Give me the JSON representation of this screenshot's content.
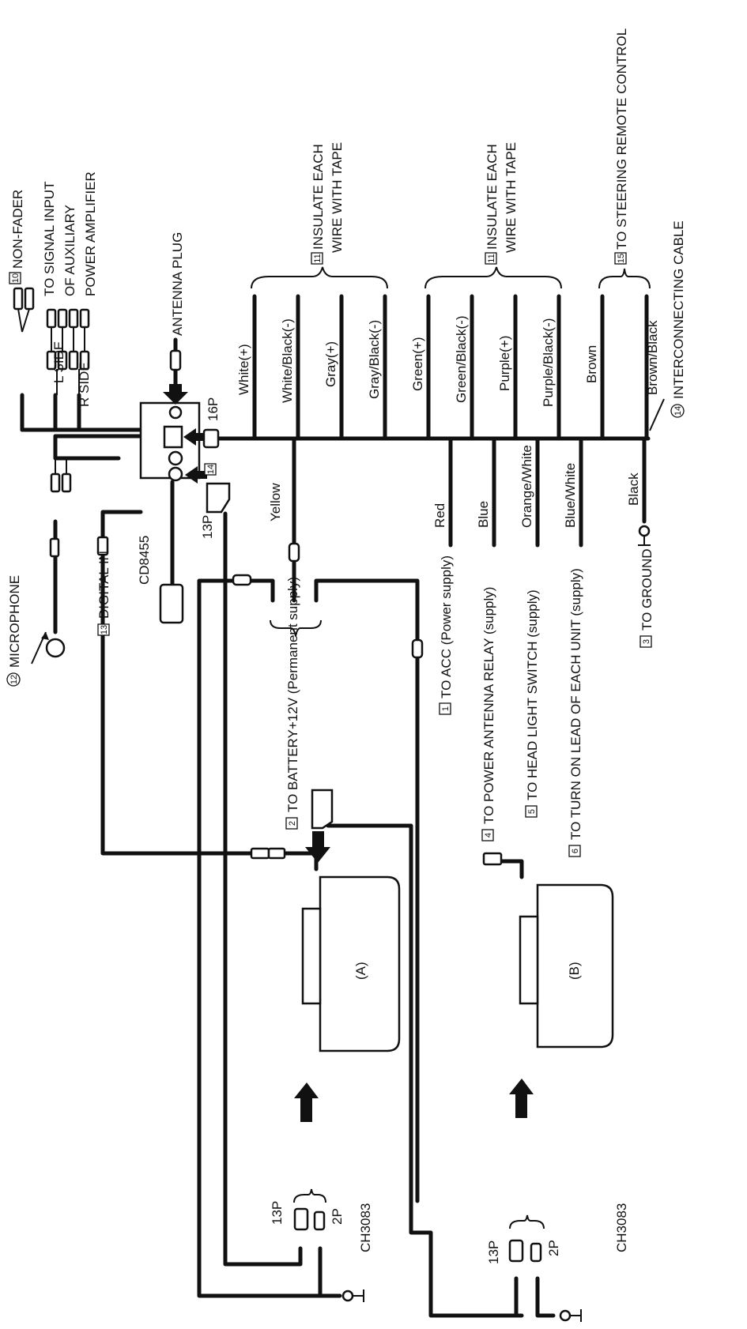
{
  "labels": {
    "microphone": "MICROPHONE",
    "microphone_num": "12",
    "l_side": "L SIDE",
    "r_side": "R SIDE",
    "non_fader": "NON-FADER",
    "non_fader_num": "10",
    "aux_line1": "TO SIGNAL INPUT",
    "aux_line2": "OF AUXILIARY",
    "aux_line3": "POWER AMPLIFIER",
    "antenna_plug": "ANTENNA PLUG",
    "connector_16p": "16P",
    "connector_13p_top": "13P",
    "ref_14_box": "14",
    "digital_in": "DIGITAL IN",
    "digital_in_num": "13",
    "cd8455": "CD8455",
    "yellow": "Yellow",
    "battery": "TO BATTERY+12V (Permanent supply)",
    "battery_num": "2",
    "insulate1_line1": "INSULATE EACH",
    "insulate1_line2": "WIRE WITH TAPE",
    "insulate1_num": "11",
    "insulate2_line1": "INSULATE EACH",
    "insulate2_line2": "WIRE WITH TAPE",
    "insulate2_num": "11",
    "steering": "TO STEERING REMOTE CONTROL",
    "steering_num": "15",
    "interconnecting": "INTERCONNECTING CABLE",
    "interconnecting_num": "14",
    "to_ground": "TO GROUND",
    "to_ground_num": "3",
    "to_acc": "TO ACC (Power supply)",
    "to_acc_num": "1",
    "to_power_antenna": "TO POWER ANTENNA RELAY (supply)",
    "to_power_antenna_num": "4",
    "to_headlight": "TO HEAD LIGHT SWITCH (supply)",
    "to_headlight_num": "5",
    "to_turn_on": "TO TURN ON LEAD OF EACH UNIT (supply)",
    "to_turn_on_num": "6",
    "unit_a": "(A)",
    "unit_b": "(B)",
    "ch3083_a": "CH3083",
    "ch3083_b": "CH3083",
    "conn_13p_a": "13P",
    "conn_2p_a": "2P",
    "conn_13p_b": "13P",
    "conn_2p_b": "2P"
  },
  "wires": {
    "white_plus": "White(+)",
    "white_black": "White/Black(-)",
    "gray_plus": "Gray(+)",
    "gray_black": "Gray/Black(-)",
    "green_plus": "Green(+)",
    "green_black": "Green/Black(-)",
    "purple_plus": "Purple(+)",
    "purple_black": "Purple/Black(-)",
    "brown": "Brown",
    "brown_black": "Brown/Black",
    "red": "Red",
    "blue": "Blue",
    "orange_white": "Orange/White",
    "blue_white": "Blue/White",
    "black": "Black"
  }
}
